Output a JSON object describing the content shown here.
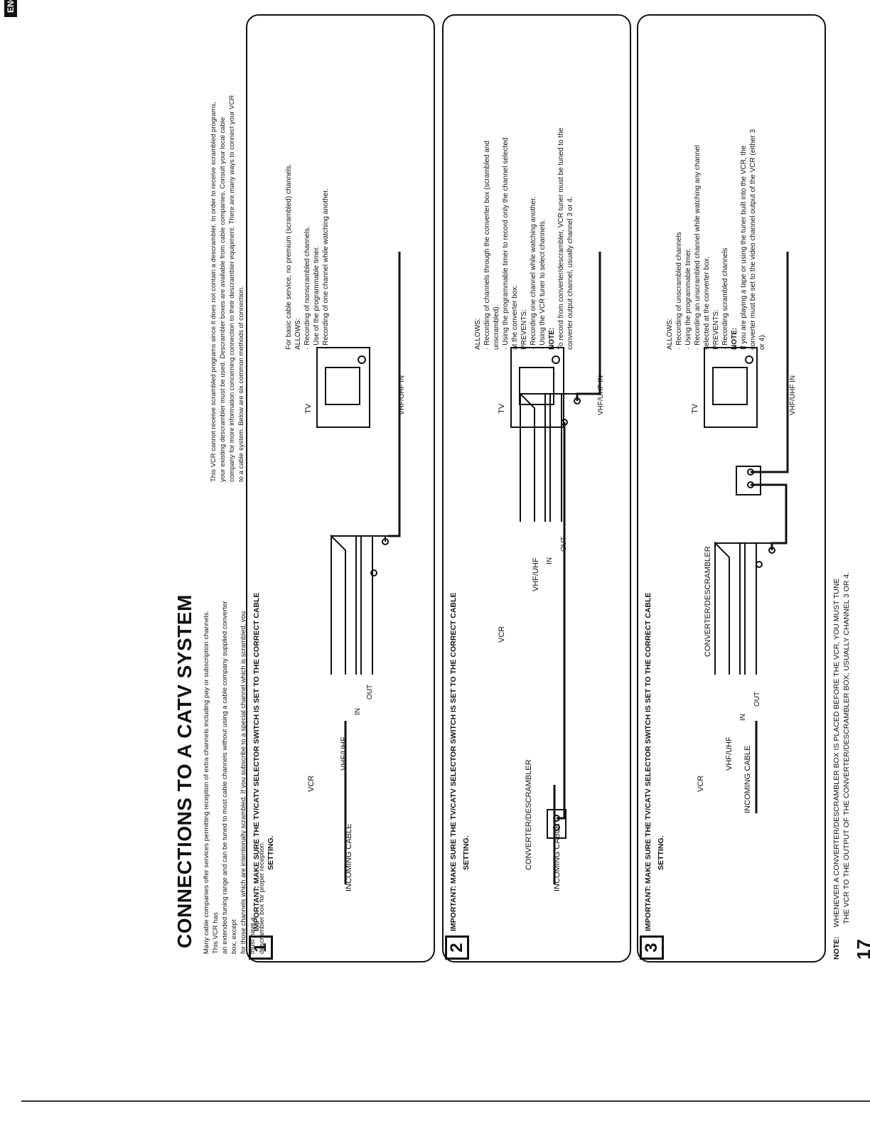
{
  "header": {
    "title": "CONNECTIONS TO A CATV SYSTEM",
    "tag": "ENGLISH",
    "page_number": "17"
  },
  "intro": {
    "left": [
      "Many cable companies offer services permitting reception of extra channels including pay or subscription channels. This VCR has",
      "an extended tuning range and can be tuned to most cable channels without using a cable company supplied converter box, except",
      "for those channels which are intentionally scrambled. If you subscribe to a special channel which is scrambled, you must have a",
      "descrambler box for proper reception."
    ],
    "right": [
      "This VCR cannot receive scrambled programs since it does not contain a descrambler. In order to receive scrambled programs,",
      "your existing descrambler must be used. Descrambler boxes are available from cable companies. Consult your local cable",
      "company for more information concerning connection to their descrambler equipment. There are many ways to connect your VCR",
      "to a cable system. Below are six common methods of connection."
    ]
  },
  "panels": [
    {
      "number": "1",
      "important_1": "IMPORTANT:  MAKE SURE THE TV/CATV SELECTOR SWITCH IS SET TO THE CORRECT CABLE",
      "important_2": "SETTING.",
      "labels": {
        "incoming": "INCOMING CABLE",
        "vcr": "VCR",
        "vhf": "VHF/UHF",
        "in": "IN",
        "out": "OUT",
        "tv": "TV",
        "tv_in": "VHF/UHF IN"
      },
      "desc": [
        "For basic cable service, no premium (scrambled) channels.",
        "ALLOWS:",
        "· Recording of nonscrambled channels.",
        "· Use of the programmable timer.",
        "· Recording of one channel while watching another."
      ]
    },
    {
      "number": "2",
      "important_1": "IMPORTANT:  MAKE SURE THE TV/CATV SELECTOR SWITCH IS SET TO THE CORRECT CABLE",
      "important_2": "SETTING.",
      "labels": {
        "incoming": "INCOMING CABLE",
        "converter": "CONVERTER/DESCRAMBLER",
        "vcr": "VCR",
        "vhf": "VHF/UHF",
        "in": "IN",
        "out": "OUT",
        "tv": "TV",
        "tv_in": "VHF/UHF IN"
      },
      "desc": [
        "ALLOWS:",
        "· Recording of channels through the converter box (scrambled and",
        "   unscrambled).",
        "· Using the programmable timer to record only the channel selected",
        "   at the converter box.",
        "PREVENTS:",
        "· Recording one channel while watching another.",
        "· Using the VCR tuner to select channels.",
        "NOTE:",
        "To record from converter/descrambler, VCR tuner must be tuned to the",
        "converter output channel, usually channel 3 or 4."
      ]
    },
    {
      "number": "3",
      "important_1": "IMPORTANT:  MAKE SURE THE TV/CATV SELECTOR SWITCH IS SET TO THE CORRECT CABLE",
      "important_2": "SETTING.",
      "labels": {
        "incoming": "INCOMING CABLE",
        "converter": "CONVERTER/DESCRAMBLER",
        "vcr": "VCR",
        "vhf": "VHF/UHF",
        "in": "IN",
        "out": "OUT",
        "tv": "TV",
        "tv_in": "VHF/UHF IN"
      },
      "desc": [
        "ALLOWS:",
        "· Recording of unscrambled channels",
        "· Using the programmable timer.",
        "· Recording an unscrambled channel while watching any channel",
        "   selected at the converter box.",
        "PREVENTS:",
        "· Recording scrambled channels",
        "NOTE:",
        "If you are playing a tape or using the tuner built into the VCR, the",
        "converter must be set to the video channel output of the VCR (either 3",
        "or 4)."
      ]
    }
  ],
  "footer_note": {
    "label": "NOTE:",
    "line1": "WHENEVER A CONVERTER/DESCRAMBLER BOX IS PLACED BEFORE THE VCR, YOU MUST TUNE",
    "line2": "THE VCR TO THE OUTPUT OF THE CONVERTER/DESCRAMBLER BOX, USUALLY CHANNEL 3 OR 4."
  }
}
